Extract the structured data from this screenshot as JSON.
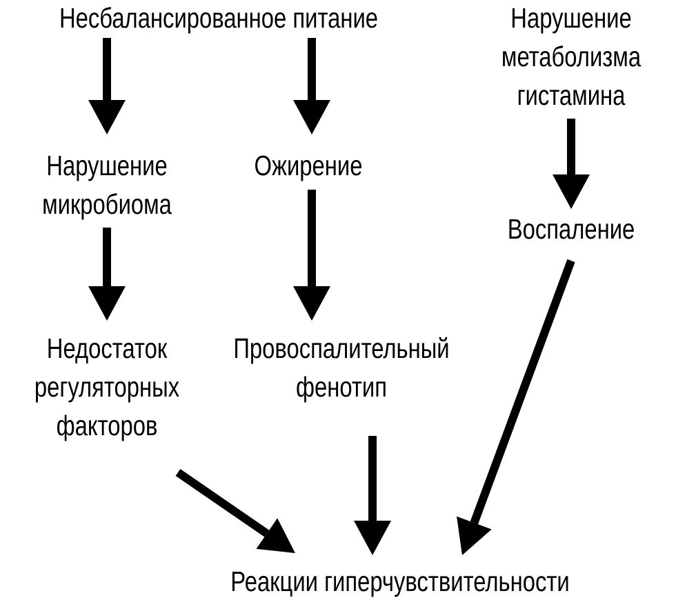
{
  "diagram": {
    "nodes": {
      "unbalanced_nutrition": [
        "Несбалансированное питание"
      ],
      "histamine_metabolism": [
        "Нарушение",
        "метаболизма",
        "гистамина"
      ],
      "microbiome": [
        "Нарушение",
        "микробиома"
      ],
      "obesity": [
        "Ожирение"
      ],
      "inflammation": [
        "Воспаление"
      ],
      "regulatory_deficit": [
        "Недостаток",
        "регуляторных",
        "факторов"
      ],
      "proinflammatory": [
        "Провоспалительный",
        "фенотип"
      ],
      "hypersensitivity": [
        "Реакции гиперчувствительности"
      ]
    },
    "edges": [
      {
        "from": "unbalanced_nutrition",
        "to": "microbiome"
      },
      {
        "from": "unbalanced_nutrition",
        "to": "obesity"
      },
      {
        "from": "histamine_metabolism",
        "to": "inflammation"
      },
      {
        "from": "microbiome",
        "to": "regulatory_deficit"
      },
      {
        "from": "obesity",
        "to": "proinflammatory"
      },
      {
        "from": "regulatory_deficit",
        "to": "hypersensitivity"
      },
      {
        "from": "proinflammatory",
        "to": "hypersensitivity"
      },
      {
        "from": "inflammation",
        "to": "hypersensitivity"
      }
    ],
    "arrow_color": "#000000"
  }
}
